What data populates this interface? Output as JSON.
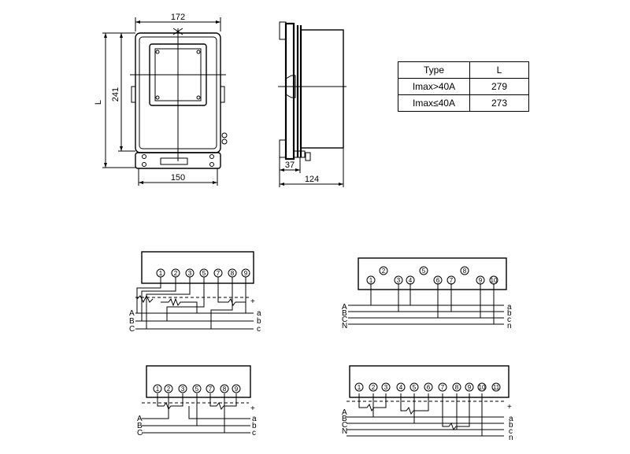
{
  "dimensions": {
    "front_width": "172",
    "height_label": "241",
    "length_label": "L",
    "base_width": "150",
    "side_flange": "37",
    "side_depth": "124"
  },
  "spec_table": {
    "header": [
      "Type",
      "L"
    ],
    "rows": [
      [
        "Imax>40A",
        "279"
      ],
      [
        "Imax≤40A",
        "273"
      ]
    ]
  },
  "wiring": {
    "d1": {
      "terminals": [
        "1",
        "2",
        "3",
        "5",
        "7",
        "8",
        "9"
      ],
      "left_labels": [
        "A",
        "B",
        "C"
      ],
      "right_labels": [
        "a",
        "b",
        "c"
      ],
      "polarity": "+"
    },
    "d2": {
      "terminals": [
        "1",
        "2",
        "3",
        "4",
        "5",
        "6",
        "7",
        "8",
        "9",
        "10"
      ],
      "left_labels": [
        "A",
        "B",
        "C",
        "N"
      ],
      "right_labels": [
        "a",
        "b",
        "c",
        "n"
      ]
    },
    "d3": {
      "terminals": [
        "1",
        "2",
        "3",
        "5",
        "7",
        "8",
        "9"
      ],
      "left_labels": [
        "A",
        "B",
        "C"
      ],
      "right_labels": [
        "a",
        "b",
        "c"
      ],
      "polarity": "+"
    },
    "d4": {
      "terminals": [
        "1",
        "2",
        "3",
        "4",
        "5",
        "6",
        "7",
        "8",
        "9",
        "10",
        "11"
      ],
      "left_labels": [
        "A",
        "B",
        "C",
        "N"
      ],
      "right_labels": [
        "a",
        "b",
        "c",
        "n"
      ],
      "polarity": "+"
    }
  }
}
